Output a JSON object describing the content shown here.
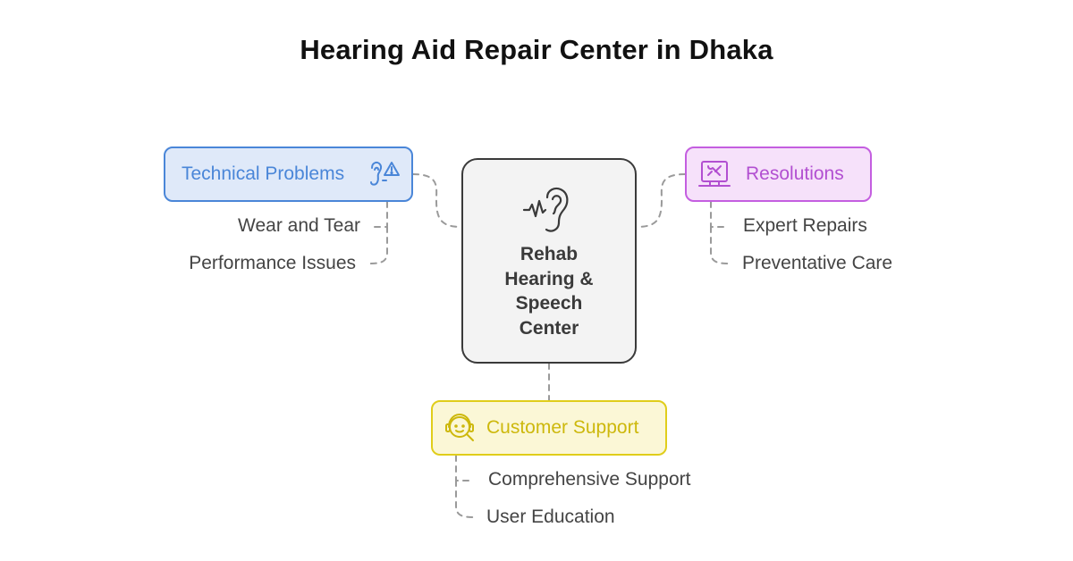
{
  "title": "Hearing Aid Repair Center in Dhaka",
  "center": {
    "label_lines": [
      "Rehab",
      "Hearing &",
      "Speech",
      "Center"
    ],
    "icon": "ear-sound-icon"
  },
  "branches": {
    "technical": {
      "label": "Technical Problems",
      "icon": "ear-warning-icon",
      "color": "#4a86d8",
      "background": "#dfe9f9",
      "items": [
        "Wear and Tear",
        "Performance Issues"
      ]
    },
    "resolutions": {
      "label": "Resolutions",
      "icon": "laptop-tools-icon",
      "color": "#c45ee0",
      "background": "#f6e1fa",
      "items": [
        "Expert Repairs",
        "Preventative Care"
      ]
    },
    "support": {
      "label": "Customer Support",
      "icon": "support-search-icon",
      "color": "#e0cd1a",
      "background": "#fbf7d6",
      "items": [
        "Comprehensive Support",
        "User Education"
      ]
    }
  }
}
